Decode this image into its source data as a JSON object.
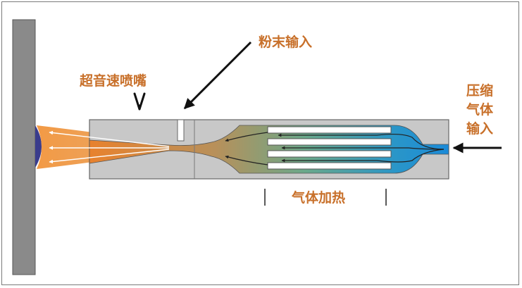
{
  "labels": {
    "nozzle": "超音速喷嘴",
    "powder_input": "粉末输入",
    "gas_input_line1": "压缩",
    "gas_input_line2": "气体",
    "gas_input_line3": "输入",
    "gas_heating": "气体加热"
  },
  "colors": {
    "label": "#c8702a",
    "body_gray": "#c8c8c8",
    "substrate": "#8a8a8a",
    "gas_blue": "#1f8fd6",
    "jet_orange": "#e88a3a"
  }
}
